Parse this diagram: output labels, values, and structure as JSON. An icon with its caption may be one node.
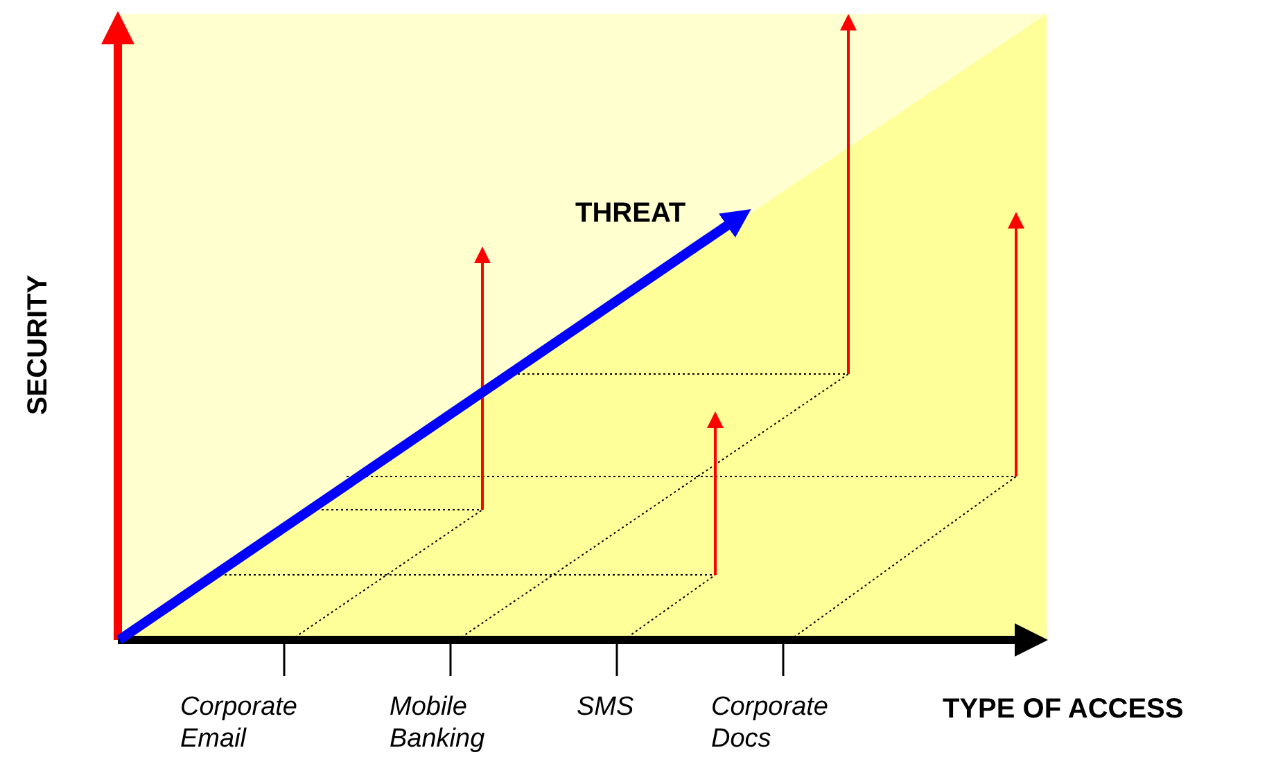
{
  "diagram": {
    "labels": [
      "THREAT",
      "SECURITY",
      "Corporate Email",
      "Mobile Banking",
      "SMS",
      "Corporate Docs",
      "TYPE OF ACCESS"
    ]
  }
}
